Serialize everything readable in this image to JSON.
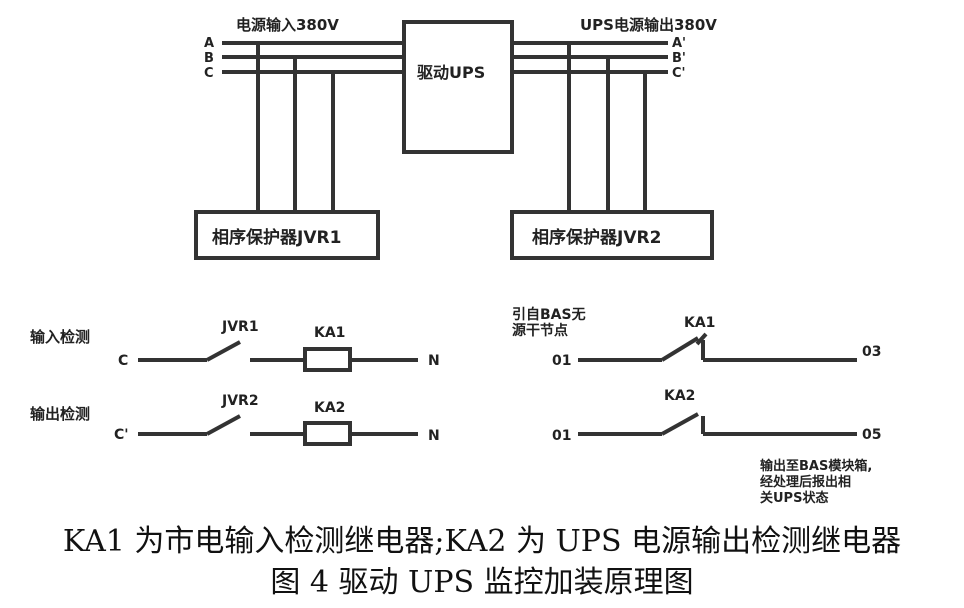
{
  "top_fragment": "",
  "diagram": {
    "colors": {
      "line": "#333333",
      "text": "#222222",
      "background": "#ffffff"
    },
    "top": {
      "input_label": "电源输入380V",
      "output_label": "UPS电源输出380V",
      "ups_label": "驱动UPS",
      "phases_in": [
        "A",
        "B",
        "C"
      ],
      "phases_out": [
        "A'",
        "B'",
        "C'"
      ],
      "jvr1_label": "相序保护器JVR1",
      "jvr2_label": "相序保护器JVR2"
    },
    "circuits": {
      "input_detect_label": "输入检测",
      "output_detect_label": "输出检测",
      "c_in": "C",
      "c_out": "C'",
      "jvr1": "JVR1",
      "jvr2": "JVR2",
      "ka1": "KA1",
      "ka2": "KA2",
      "n1": "N",
      "n2": "N"
    },
    "contacts": {
      "source_line1": "引自BAS无",
      "source_line2": "源干节点",
      "ka1": "KA1",
      "ka2": "KA2",
      "t01a": "01",
      "t03": "03",
      "t01b": "01",
      "t05": "05",
      "note_line1": "输出至BAS模块箱,",
      "note_line2": "经处理后报出相",
      "note_line3": "关UPS状态"
    }
  },
  "caption": {
    "line1": "KA1 为市电输入检测继电器;KA2 为 UPS 电源输出检测继电器",
    "line2": "图 4 驱动 UPS 监控加装原理图"
  }
}
